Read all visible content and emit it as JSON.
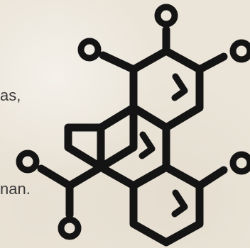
{
  "text_fragments": [
    "as,",
    "nan."
  ],
  "diagram": {
    "kind": "skeletal-structure",
    "line_color": "#141414",
    "background_color": "#ebe5d9",
    "text_color": "#3b3b3b",
    "atoms_shown": [
      "oxygen",
      "oxygen",
      "oxygen",
      "oxygen",
      "oxygen",
      "oxygen"
    ],
    "ring_count": 4
  }
}
